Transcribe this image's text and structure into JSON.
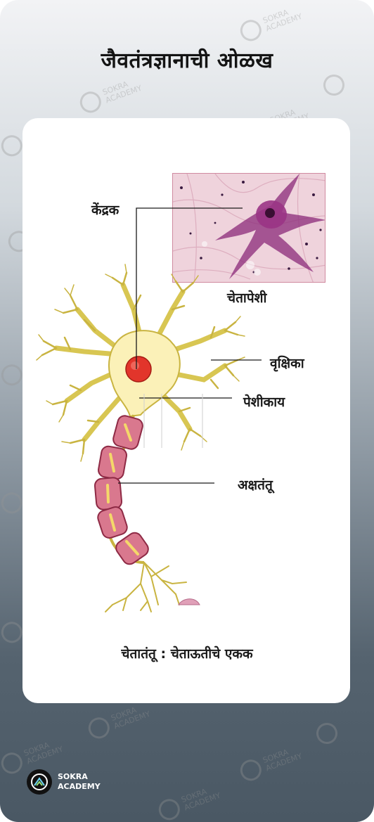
{
  "header": {
    "title": "जैवतंत्रज्ञानाची ओळख"
  },
  "diagram": {
    "labels": {
      "nucleus": "केंद्रक",
      "nerve_cell": "चेतापेशी",
      "dendrite": "वृक्षिका",
      "cell_body": "पेशीकाय",
      "axon": "अक्षतंतू"
    },
    "caption": "चेतातंतू : चेताऊतीचे एकक"
  },
  "watermark": {
    "line1": "SOKRA",
    "line2": "ACADEMY"
  },
  "brand": {
    "line1": "SOKRA",
    "line2": "ACADEMY"
  },
  "colors": {
    "cell_fill": "#fbf1b8",
    "cell_stroke": "#c9b441",
    "nucleus": "#e2352b",
    "myelin": "#d9788e",
    "stain": "#8b2a7a"
  }
}
